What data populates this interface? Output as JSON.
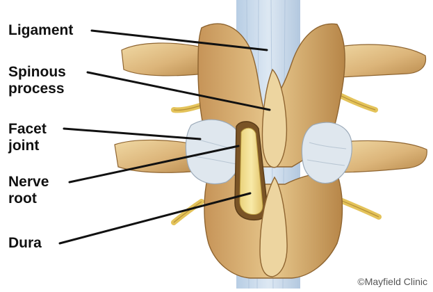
{
  "labels": {
    "ligament": "Ligament",
    "spinous_process": "Spinous\nprocess",
    "facet_joint": "Facet\njoint",
    "nerve_root": "Nerve\nroot",
    "dura": "Dura"
  },
  "credit": "©Mayfield Clinic",
  "colors": {
    "bone_light": "#e9cd93",
    "bone_mid": "#d6ad6e",
    "bone_dark": "#a7773d",
    "ligament": "#c9d9ea",
    "dura": "#f2df8e",
    "nerve": "#e4c35a",
    "facet_cartilage": "#dfe7ee",
    "leader_line": "#111111"
  }
}
